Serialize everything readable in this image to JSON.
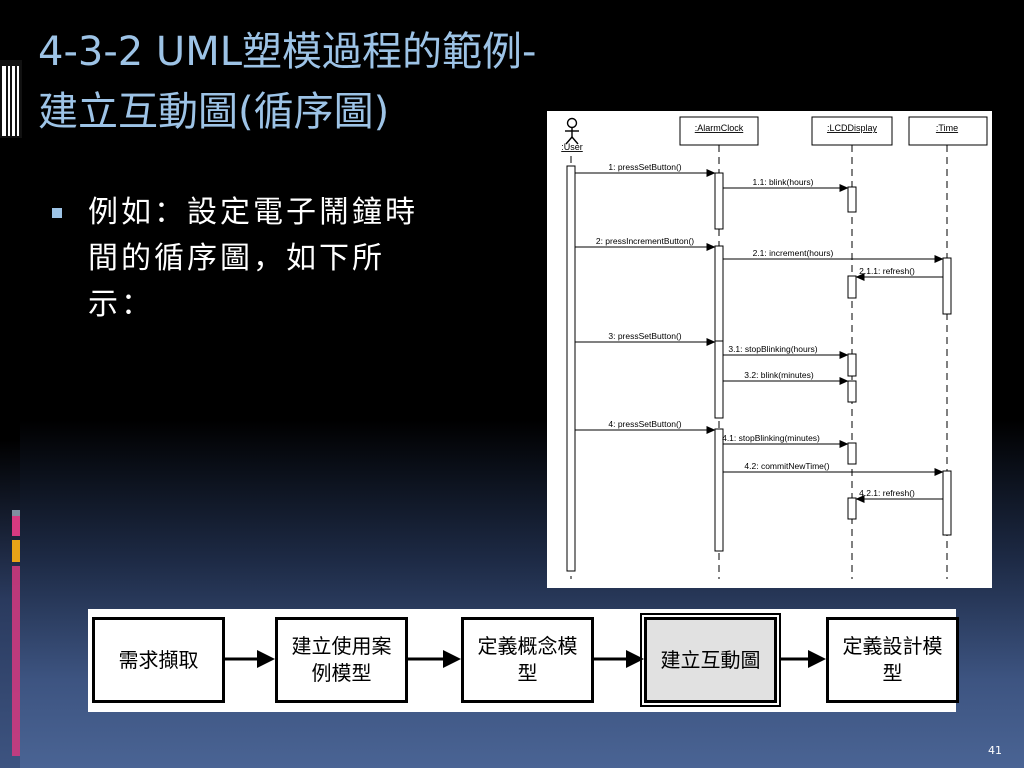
{
  "slide": {
    "title_line1": "4-3-2 UML塑模過程的範例-",
    "title_line2": "建立互動圖(循序圖)",
    "bullet": "例如：設定電子鬧鐘時間的循序圖，如下所示：",
    "page_number": "41"
  },
  "sequence_diagram": {
    "participants": [
      ":User",
      ":AlarmClock",
      ":LCDDisplay",
      ":Time"
    ],
    "messages": [
      "1: pressSetButton()",
      "1.1: blink(hours)",
      "2: pressIncrementButton()",
      "2.1: increment(hours)",
      "2.1.1: refresh()",
      "3: pressSetButton()",
      "3.1: stopBlinking(hours)",
      "3.2: blink(minutes)",
      "4: pressSetButton()",
      "4.1: stopBlinking(minutes)",
      "4.2: commitNewTime()",
      "4.2.1: refresh()"
    ]
  },
  "process_flow": {
    "steps": [
      "需求擷取",
      "建立使用案例模型",
      "定義概念模型",
      "建立互動圖",
      "定義設計模型"
    ],
    "active_step": "建立互動圖"
  },
  "colors": {
    "title": "#9dc3e6",
    "accent_pink": "#d63a80",
    "accent_orange": "#e8a317",
    "active_box": "#e1e1e1"
  }
}
